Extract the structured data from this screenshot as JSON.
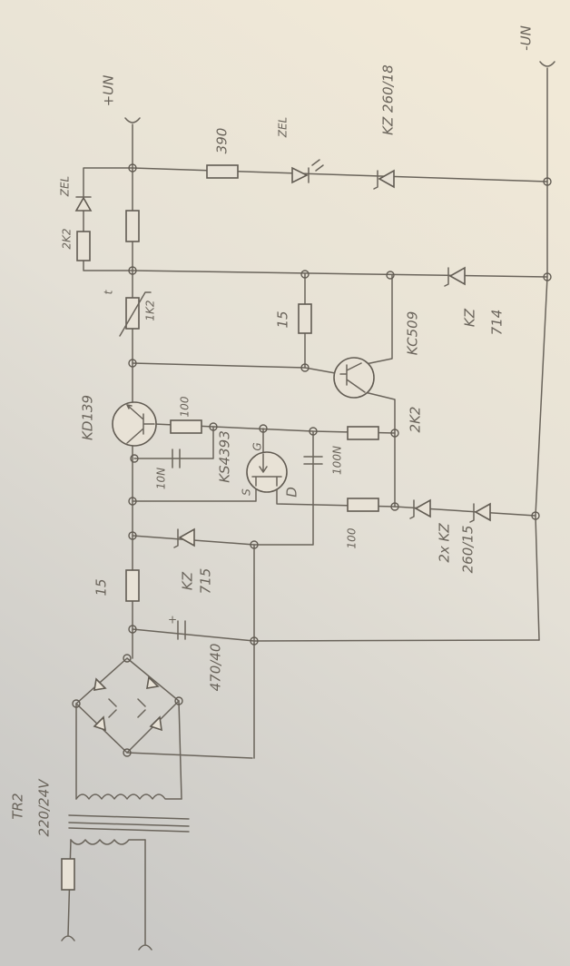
{
  "labels": {
    "terminal_plus": "+UN",
    "terminal_minus": "-UN",
    "transformer_name": "TR2",
    "transformer_ratio": "220/24V",
    "filter_cap": "470/40",
    "cap_polarity": "+",
    "input_resistor": "15",
    "zener_715_a": "KZ",
    "zener_715_b": "715",
    "power_transistor": "KD139",
    "base_resistor": "100",
    "base_cap": "10N",
    "fet": "KS4393",
    "fet_s": "S",
    "fet_g": "G",
    "fet_d": "D",
    "gate_cap": "100N",
    "drain_resistor": "100",
    "gate_resistor": "2K2",
    "control_transistor": "KC509",
    "sense_resistor": "15",
    "thermistor": "1K2",
    "thermistor_t": "t",
    "led_resistor_top": "2K2",
    "led_top": "ZEL",
    "led_resistor": "390",
    "led": "ZEL",
    "zener_18": "KZ 260/18",
    "zener_714_a": "KZ",
    "zener_714_b": "714",
    "zener_pair_a": "2x KZ",
    "zener_pair_b": "260/15"
  }
}
